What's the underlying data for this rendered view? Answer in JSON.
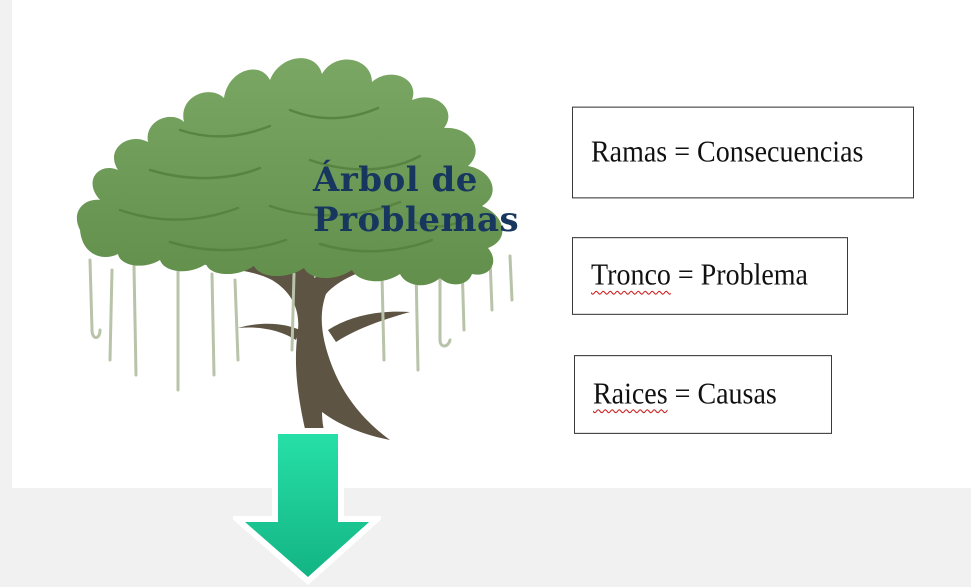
{
  "diagram": {
    "title_line1": "Árbol de",
    "title_line2": "Problemas",
    "labels": [
      {
        "term": "Ramas",
        "separator": " = ",
        "meaning": "Consecuencias"
      },
      {
        "term": "Tronco",
        "separator": " = ",
        "meaning": "Problema"
      },
      {
        "term": "Raices",
        "separator": " = ",
        "meaning": "Causas"
      }
    ]
  },
  "colors": {
    "title": "#17375e",
    "foliage": "#6f9a58",
    "foliage_dark": "#5a8447",
    "trunk": "#5e5443",
    "arrow_top": "#27e0a8",
    "arrow_bottom": "#12b383"
  },
  "icons": {
    "tree": "tree-illustration",
    "arrow": "down-arrow-icon"
  }
}
